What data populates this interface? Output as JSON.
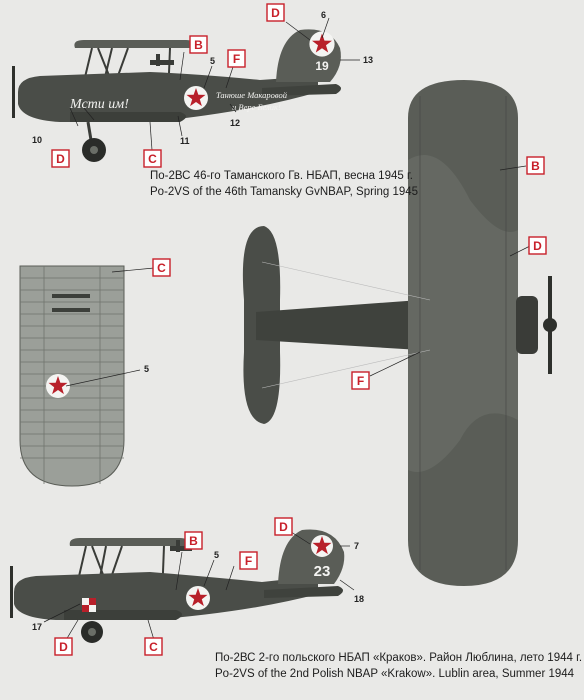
{
  "colors": {
    "background": "#e9e9e7",
    "callout_red": "#c8202a",
    "aircraft_dark": "#4a4d48",
    "aircraft_mid": "#6a6e67",
    "aircraft_light": "#9b9f99",
    "star_red": "#b8202a",
    "text_white": "#f4f4f2"
  },
  "aircraft1": {
    "caption_ru": "По-2ВС 46-го Таманского Гв. НБАП, весна 1945 г.",
    "caption_en": "Po-2VS of the 46th Tamansky GvNBAP, Spring 1945",
    "nose_inscription": "Мсти им!",
    "fuselage_inscription_1": "Танюше Макаровой",
    "fuselage_inscription_2": "и Вере Белик!",
    "fin_number": "19",
    "callouts": [
      "D",
      "B",
      "F",
      "C",
      "D"
    ],
    "numbers": [
      "6",
      "5",
      "13",
      "10",
      "11",
      "12"
    ]
  },
  "wing_view": {
    "callouts": [
      "C"
    ],
    "numbers": [
      "5"
    ]
  },
  "top_view": {
    "callouts": [
      "B",
      "D",
      "F"
    ]
  },
  "aircraft2": {
    "caption_ru": "По-2ВС 2-го польского НБАП «Краков». Район Люблина, лето 1944 г.",
    "caption_en": "Po-2VS of the 2nd Polish NBAP «Krakow». Lublin area, Summer 1944",
    "fin_number": "23",
    "callouts": [
      "B",
      "F",
      "D",
      "D",
      "C"
    ],
    "numbers": [
      "5",
      "7",
      "18",
      "17"
    ]
  }
}
